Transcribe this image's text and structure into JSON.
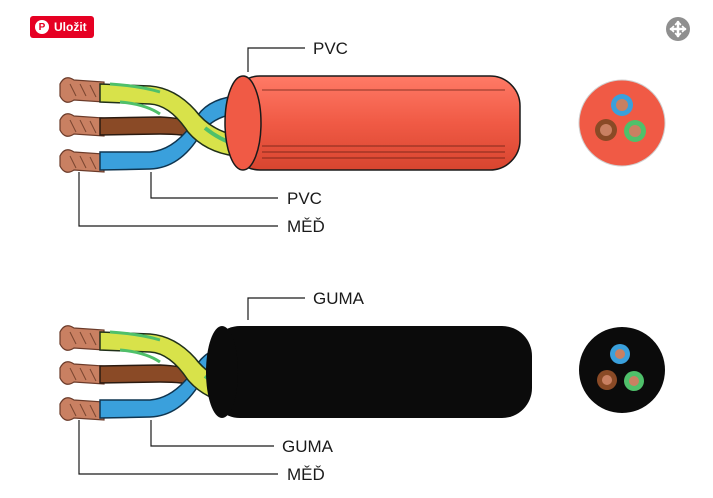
{
  "toolbar": {
    "save_label": "Uložit",
    "save_icon": "pinterest-icon",
    "expand_icon": "expand-icon"
  },
  "colors": {
    "pvc_jacket": "#f05a45",
    "rubber_jacket": "#0b0b0b",
    "wire_yellow_green": "#d8e24a",
    "wire_blue": "#3aa0dc",
    "wire_brown": "#8a4a26",
    "copper": "#c98062",
    "pin_red": "#e60023"
  },
  "diagram": {
    "cable_top": {
      "jacket_label": "PVC",
      "insulation_label": "PVC",
      "conductor_label": "MĚĎ"
    },
    "cable_bottom": {
      "jacket_label": "GUMA",
      "insulation_label": "GUMA",
      "conductor_label": "MĚĎ"
    }
  }
}
